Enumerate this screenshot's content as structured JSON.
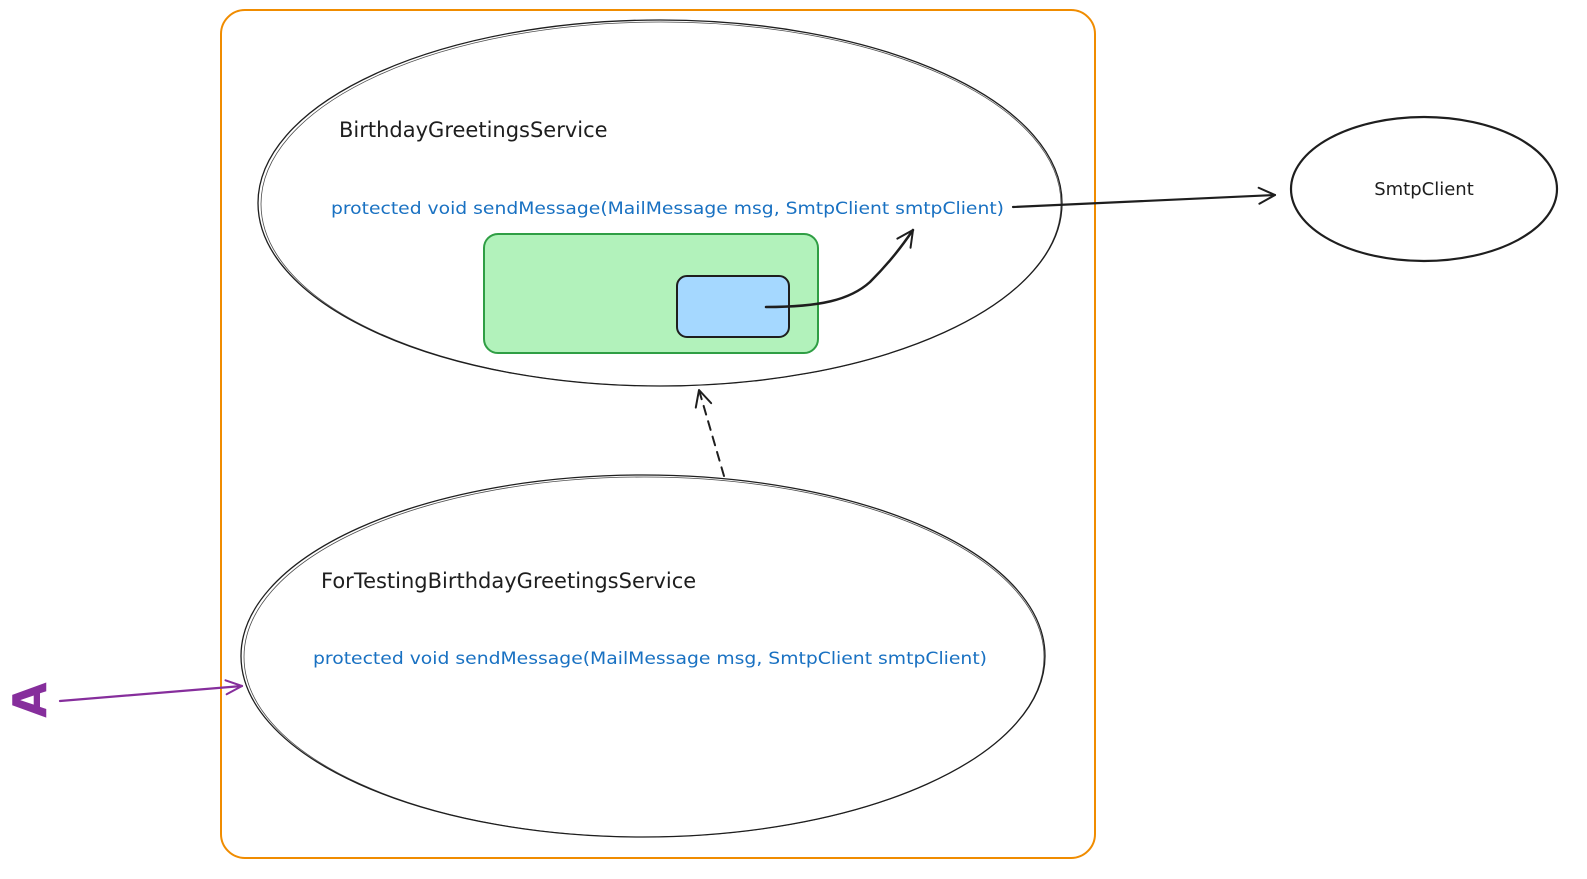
{
  "boundary": {
    "color": "#f08c00"
  },
  "birthday_service": {
    "class_name": "BirthdayGreetingsService",
    "method_signature": "protected void sendMessage(MailMessage msg, SmtpClient smtpClient)",
    "inner_block_color": "#b2f2bb",
    "inner_block_border": "#2f9e44",
    "call_site_color": "#a5d8ff"
  },
  "testing_service": {
    "class_name": "ForTestingBirthdayGreetingsService",
    "method_signature": "protected void sendMessage(MailMessage msg, SmtpClient smtpClient)"
  },
  "smtp_client": {
    "label": "SmtpClient"
  },
  "actor": {
    "label": "A",
    "color": "#862e9c"
  },
  "colors": {
    "text": "#1e1e1e",
    "method_text": "#1971c2"
  }
}
